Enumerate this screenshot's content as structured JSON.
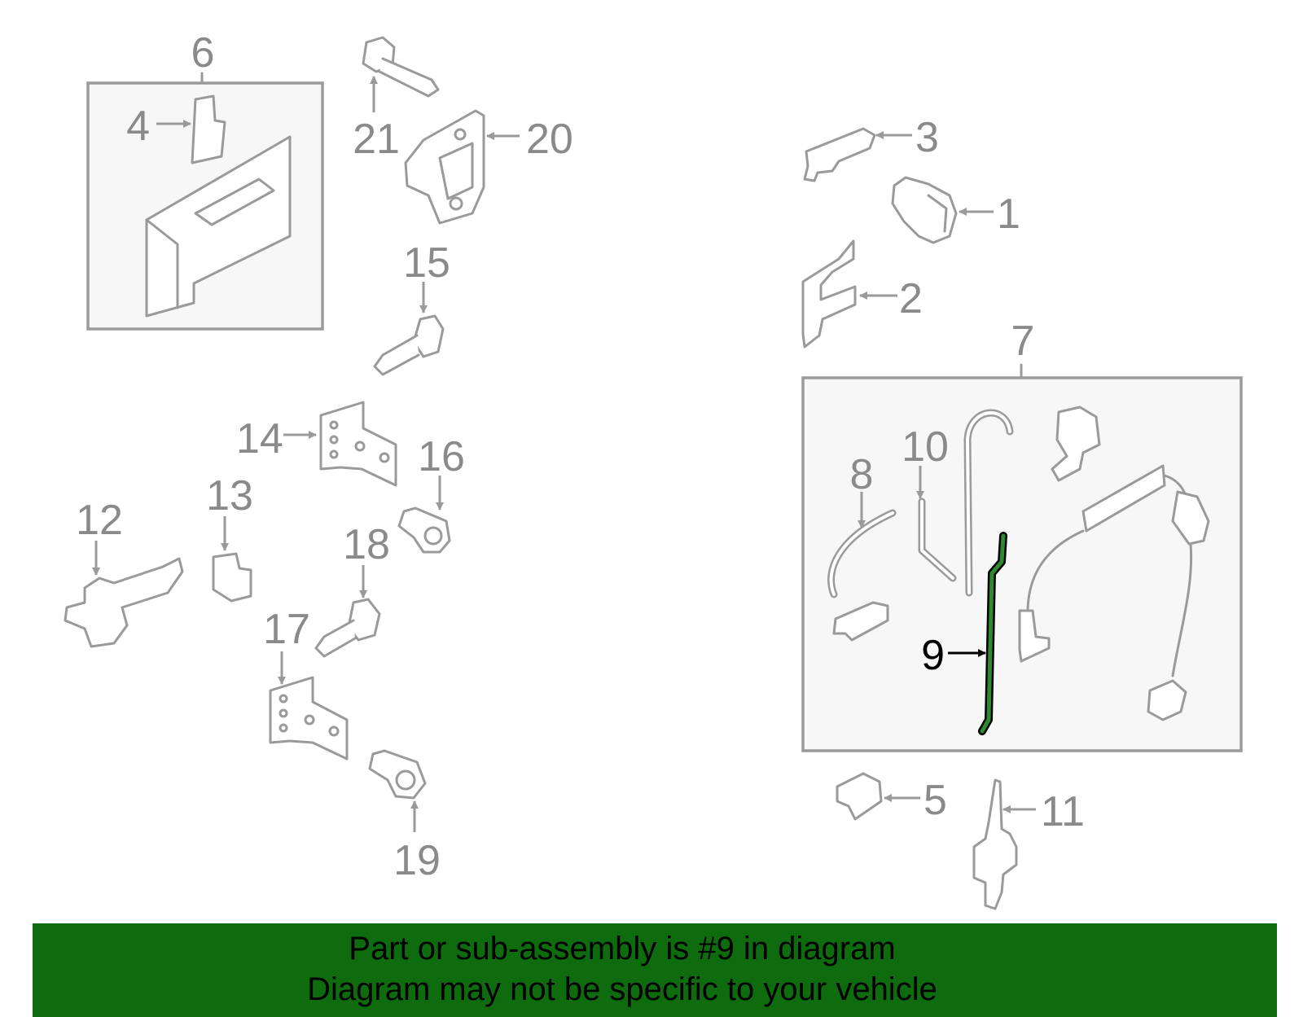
{
  "diagram": {
    "highlight_color": "#1f6e1f",
    "banner_color": "#0e6b0e",
    "callouts": [
      "1",
      "2",
      "3",
      "4",
      "5",
      "6",
      "7",
      "8",
      "9",
      "10",
      "11",
      "12",
      "13",
      "14",
      "15",
      "16",
      "17",
      "18",
      "19",
      "20",
      "21"
    ],
    "highlighted_callout": "9"
  },
  "banner": {
    "line1": "Part or sub-assembly is #9 in diagram",
    "line2": "Diagram may not be specific to your vehicle"
  }
}
